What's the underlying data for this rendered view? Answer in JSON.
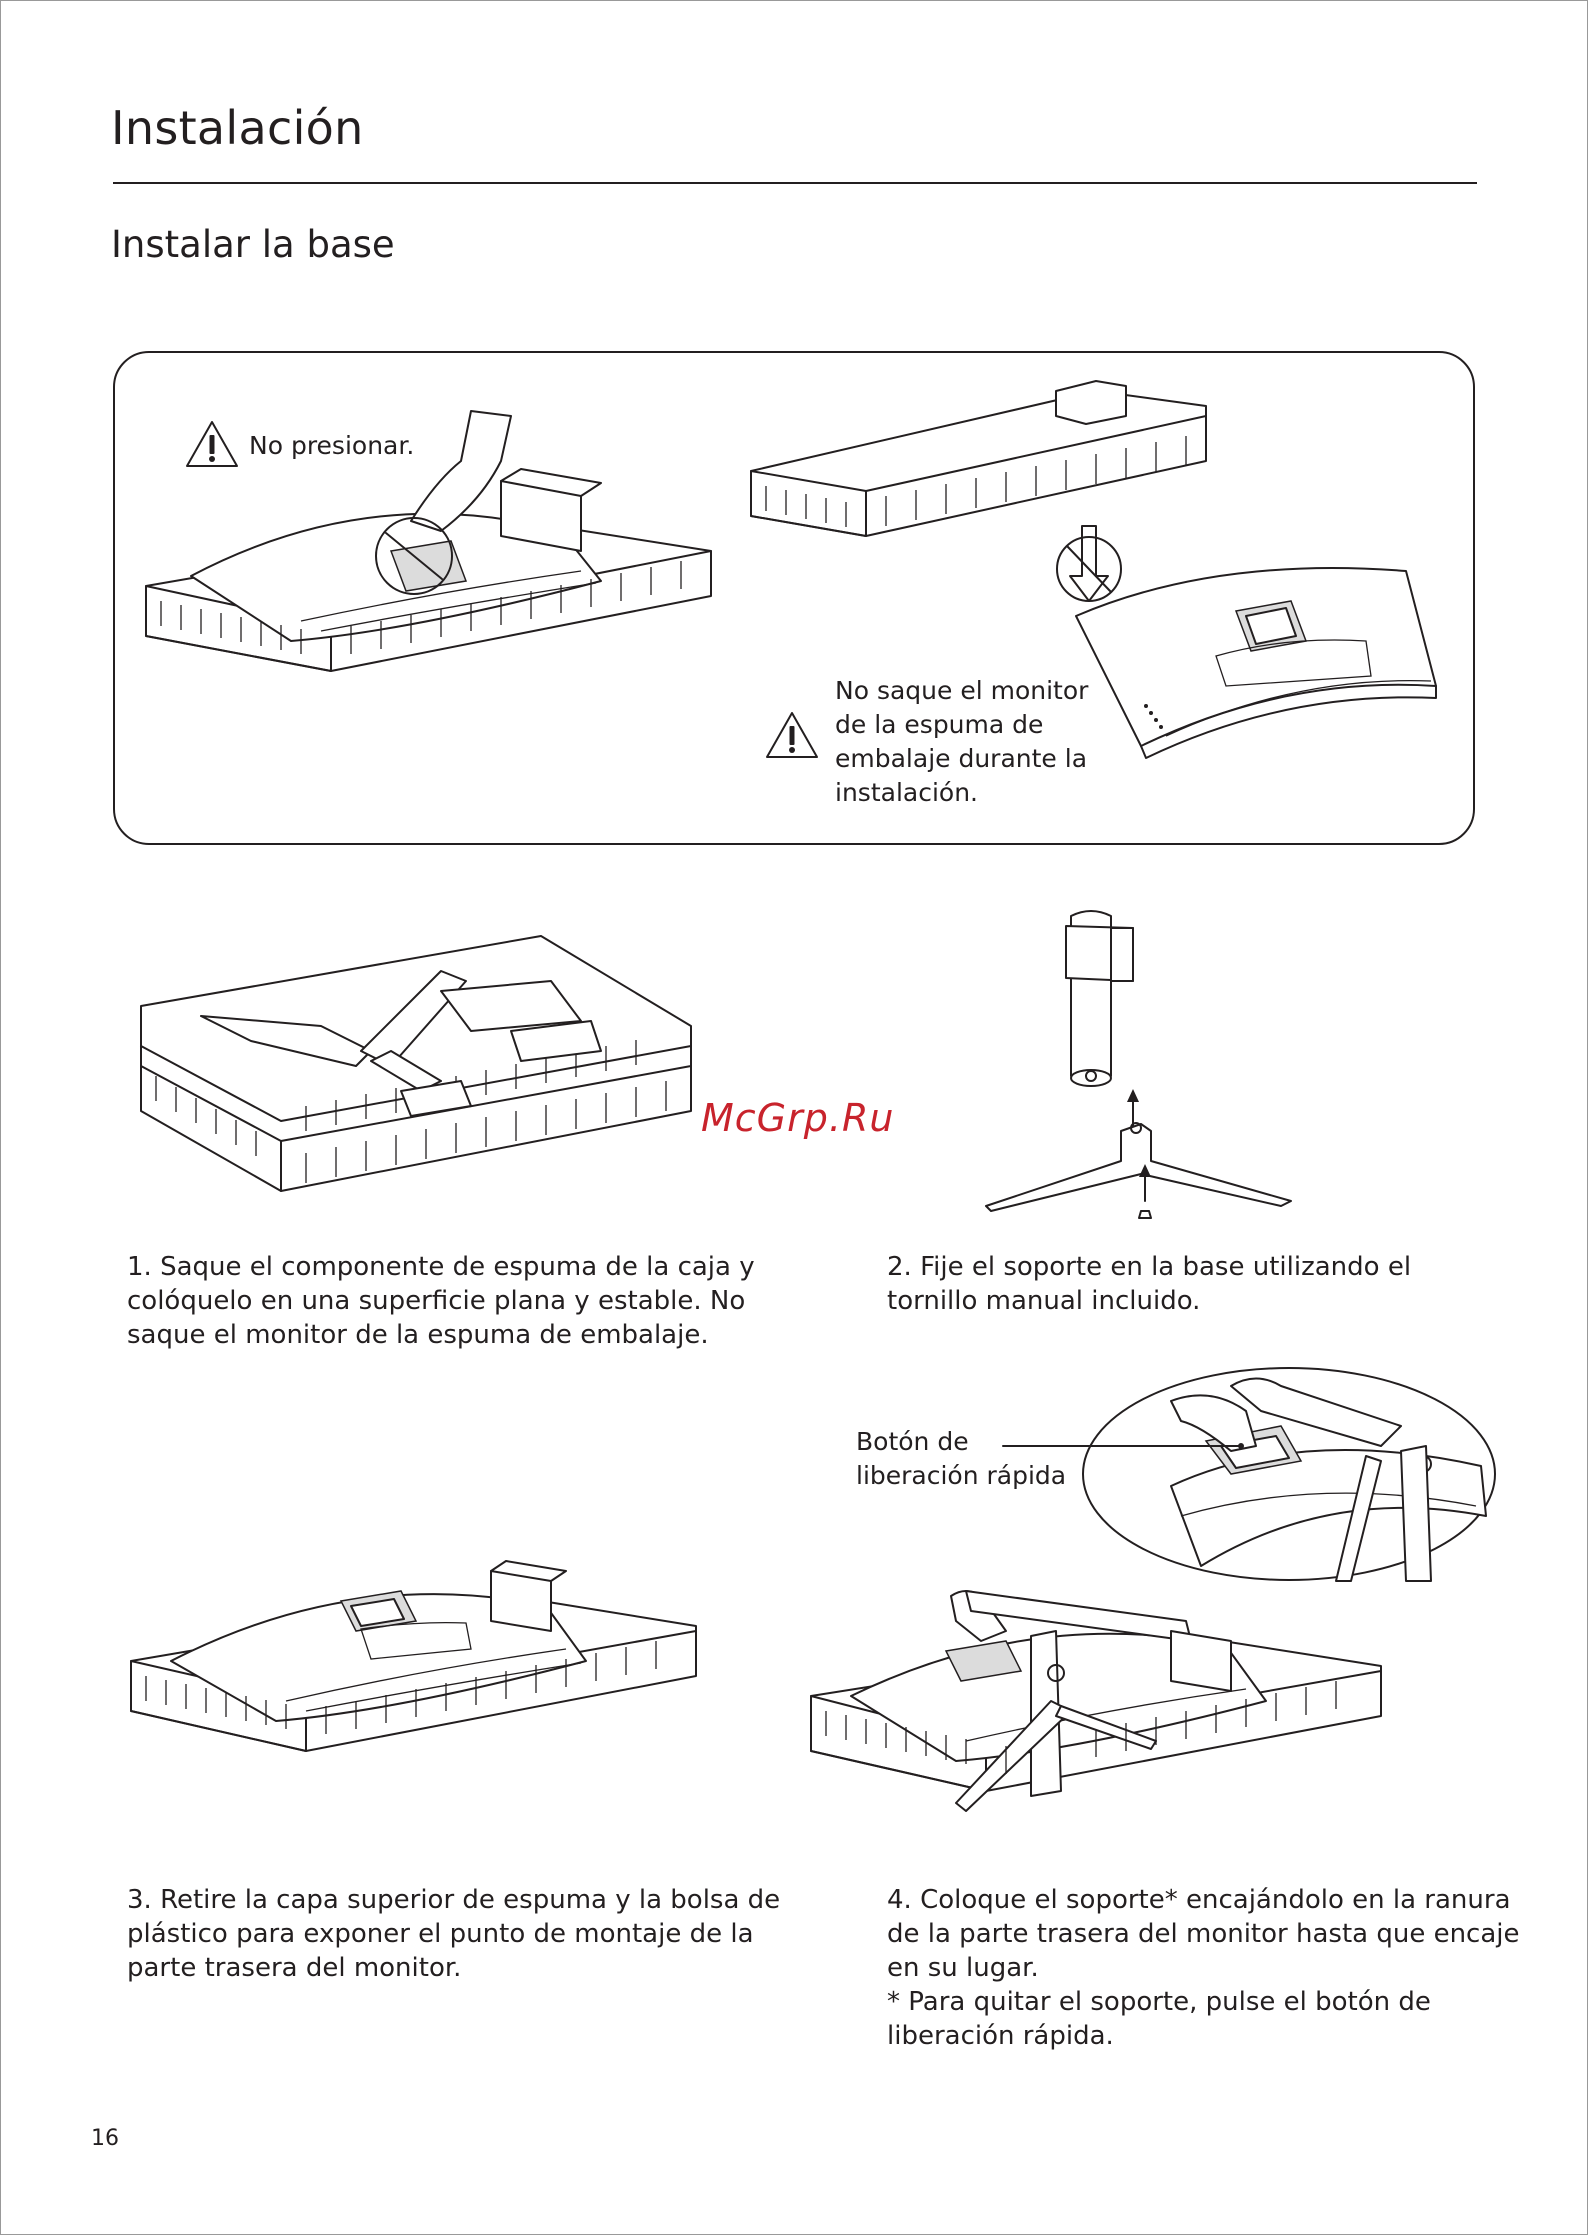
{
  "header": {
    "title": "Instalación",
    "subtitle": "Instalar la base"
  },
  "warning_panel": {
    "warning_press": "No presionar.",
    "warning_remove": [
      "No saque el monitor",
      "de la espuma de",
      "embalaje durante la",
      "instalación."
    ]
  },
  "steps": {
    "step1": [
      "1. Saque el componente de espuma de la caja y",
      "colóquelo en una superficie plana y estable. No",
      "saque el monitor de la espuma de embalaje."
    ],
    "step2": [
      "2. Fije el soporte en la base utilizando el",
      "tornillo manual incluido."
    ],
    "step3": [
      "3. Retire la capa superior de espuma y la bolsa de",
      "plástico para exponer el punto de montaje de la",
      "parte trasera del monitor."
    ],
    "step4": [
      "4. Coloque el soporte* encajándolo en la ranura",
      "de la parte trasera del monitor hasta que encaje",
      "en su lugar.",
      "* Para quitar el soporte, pulse el botón de",
      "liberación rápida."
    ]
  },
  "callout": {
    "release_button": [
      "Botón de",
      "liberación rápida"
    ]
  },
  "watermark": "McGrp.Ru",
  "footer": {
    "page_number": "16"
  },
  "colors": {
    "text": "#231f20",
    "watermark": "#c8232c"
  }
}
